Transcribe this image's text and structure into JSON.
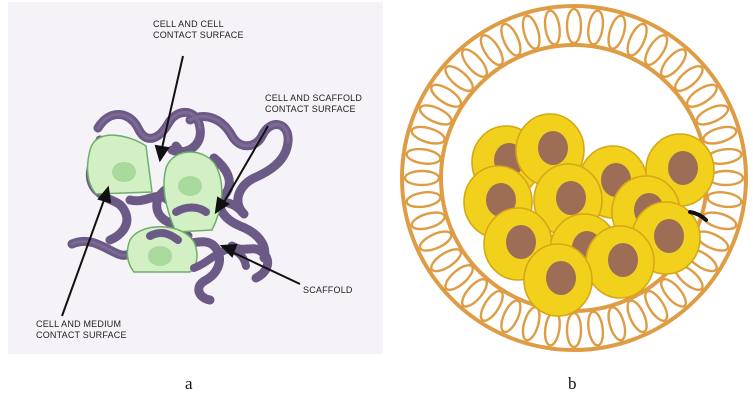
{
  "panel_a": {
    "labels": {
      "cell_cell": [
        "CELL AND CELL",
        "CONTACT SURFACE"
      ],
      "cell_scaffold": [
        "CELL AND SCAFFOLD",
        "CONTACT SURFACE"
      ],
      "scaffold": "SCAFFOLD",
      "cell_medium": [
        "CELL AND MEDIUM",
        "CONTACT SURFACE"
      ]
    },
    "caption": "a"
  },
  "panel_b": {
    "caption": "b"
  },
  "colors": {
    "panel_a_bg": "#f6f3f8",
    "scaffold_fiber": "#6c5a86",
    "scaffold_fiber_light": "#8a78a3",
    "cell_fill": "#d2f0c4",
    "cell_stroke": "#6fae6a",
    "nucleus_fill": "#a9d99b",
    "capsule_ring": "#de9c44",
    "yellow_cell": "#f2d11d",
    "yellow_cell_stroke": "#d7a715",
    "nucleus_brown": "#9d6d55"
  }
}
